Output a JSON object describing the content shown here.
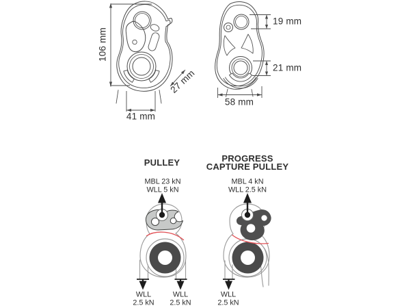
{
  "colors": {
    "ink": "#2e2e2e",
    "line": "#4a4a4a",
    "outline_gray": "#9b9b9b",
    "cam_light": "#c7c9c8",
    "cam_dark": "#4f4f4f",
    "sheave_dark": "#4a4a4a",
    "red": "#e25257",
    "annotation_black": "#1d1d1d"
  },
  "front_view": {
    "height": "106 mm",
    "width": "41 mm",
    "diagonal": "27 mm"
  },
  "back_view": {
    "top_hole": "19 mm",
    "sheave_bore": "21 mm",
    "width": "58 mm"
  },
  "pulley_mode": {
    "title": "PULLEY",
    "mbl": "MBL 23 kN",
    "wll": "WLL 5 kN",
    "left_rope": {
      "line1": "WLL",
      "line2": "2.5 kN"
    },
    "right_rope": {
      "line1": "WLL",
      "line2": "2.5 kN"
    }
  },
  "progress_mode": {
    "title_line1": "PROGRESS",
    "title_line2": "CAPTURE PULLEY",
    "mbl": "MBL 4 kN",
    "wll": "WLL 2.5 kN",
    "left_rope": {
      "line1": "WLL",
      "line2": "2.5 kN"
    }
  }
}
